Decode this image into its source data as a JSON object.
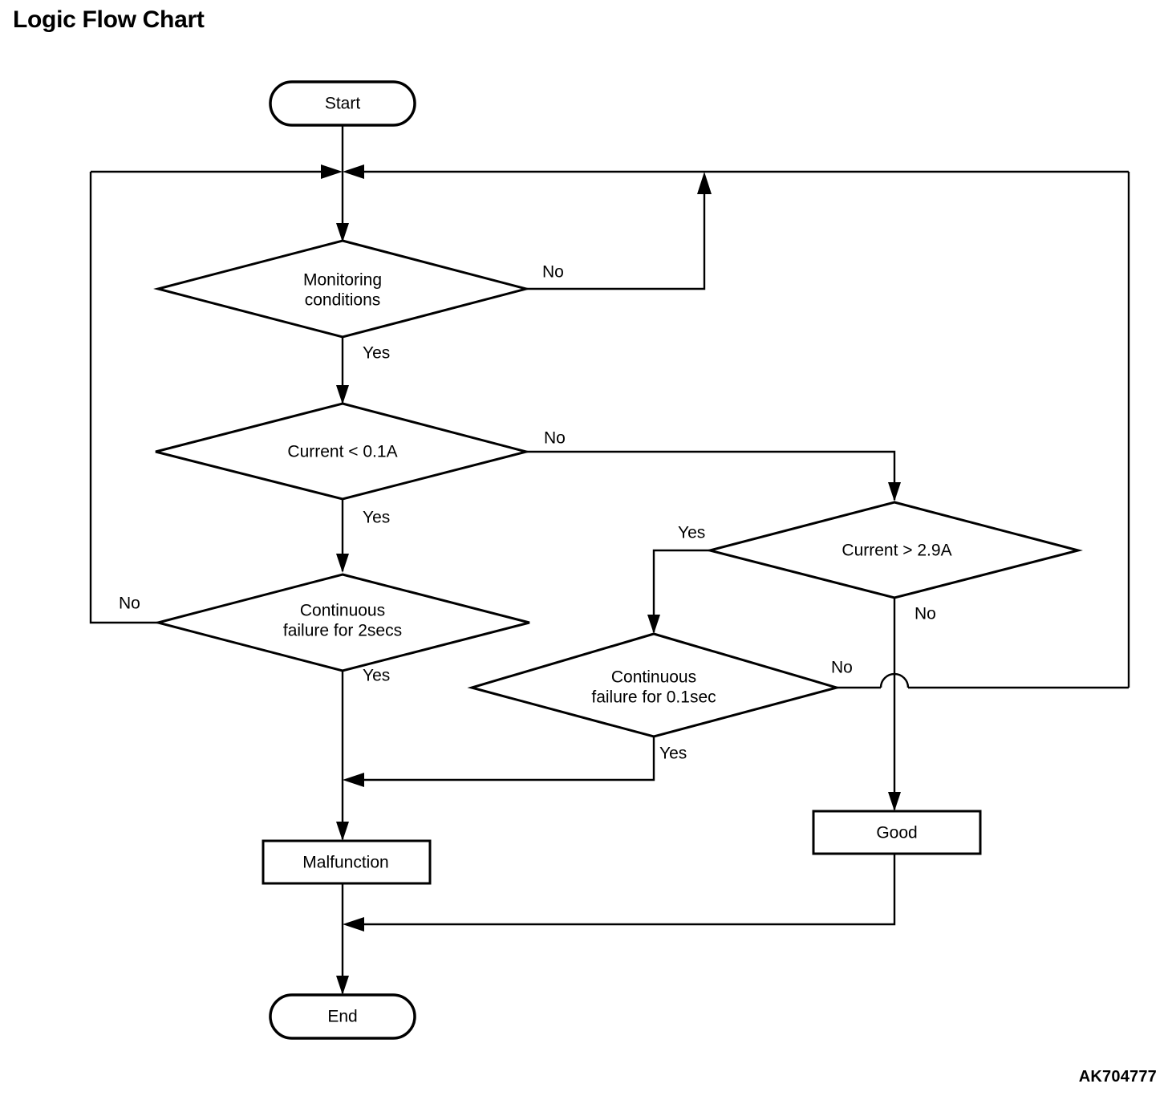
{
  "title": "Logic Flow Chart",
  "reference_code": "AK704777",
  "chart_data": {
    "type": "diagram",
    "diagram_kind": "flowchart",
    "title": "Logic Flow Chart",
    "nodes": [
      {
        "id": "start",
        "shape": "terminator",
        "label": "Start"
      },
      {
        "id": "monitoring",
        "shape": "decision",
        "label_line1": "Monitoring",
        "label_line2": "conditions"
      },
      {
        "id": "cur_low",
        "shape": "decision",
        "label_line1": "Current < 0.1A",
        "label_line2": ""
      },
      {
        "id": "cont2s",
        "shape": "decision",
        "label_line1": "Continuous",
        "label_line2": "failure for 2secs"
      },
      {
        "id": "cur_high",
        "shape": "decision",
        "label_line1": "Current > 2.9A",
        "label_line2": ""
      },
      {
        "id": "cont01s",
        "shape": "decision",
        "label_line1": "Continuous",
        "label_line2": "failure for 0.1sec"
      },
      {
        "id": "malfunction",
        "shape": "process",
        "label": "Malfunction"
      },
      {
        "id": "good",
        "shape": "process",
        "label": "Good"
      },
      {
        "id": "end",
        "shape": "terminator",
        "label": "End"
      }
    ],
    "edges": [
      {
        "from": "start",
        "to": "monitoring",
        "label": ""
      },
      {
        "from": "monitoring",
        "to": "monitoring",
        "label": "No"
      },
      {
        "from": "monitoring",
        "to": "cur_low",
        "label": "Yes"
      },
      {
        "from": "cur_low",
        "to": "cur_high",
        "label": "No"
      },
      {
        "from": "cur_low",
        "to": "cont2s",
        "label": "Yes"
      },
      {
        "from": "cont2s",
        "to": "monitoring",
        "label": "No"
      },
      {
        "from": "cont2s",
        "to": "malfunction",
        "label": "Yes"
      },
      {
        "from": "cur_high",
        "to": "cont01s",
        "label": "Yes"
      },
      {
        "from": "cur_high",
        "to": "good",
        "label": "No"
      },
      {
        "from": "cont01s",
        "to": "malfunction",
        "label": "Yes"
      },
      {
        "from": "cont01s",
        "to": "monitoring",
        "label": "No"
      },
      {
        "from": "malfunction",
        "to": "end",
        "label": ""
      },
      {
        "from": "good",
        "to": "end",
        "label": ""
      }
    ],
    "edge_labels": {
      "monitoring_no": "No",
      "monitoring_yes": "Yes",
      "cur_low_no": "No",
      "cur_low_yes": "Yes",
      "cont2s_no": "No",
      "cont2s_yes": "Yes",
      "cur_high_yes": "Yes",
      "cur_high_no": "No",
      "cont01s_no": "No",
      "cont01s_yes": "Yes"
    },
    "colors": {
      "line": "#000000",
      "fill": "#ffffff",
      "text": "#000000"
    }
  }
}
